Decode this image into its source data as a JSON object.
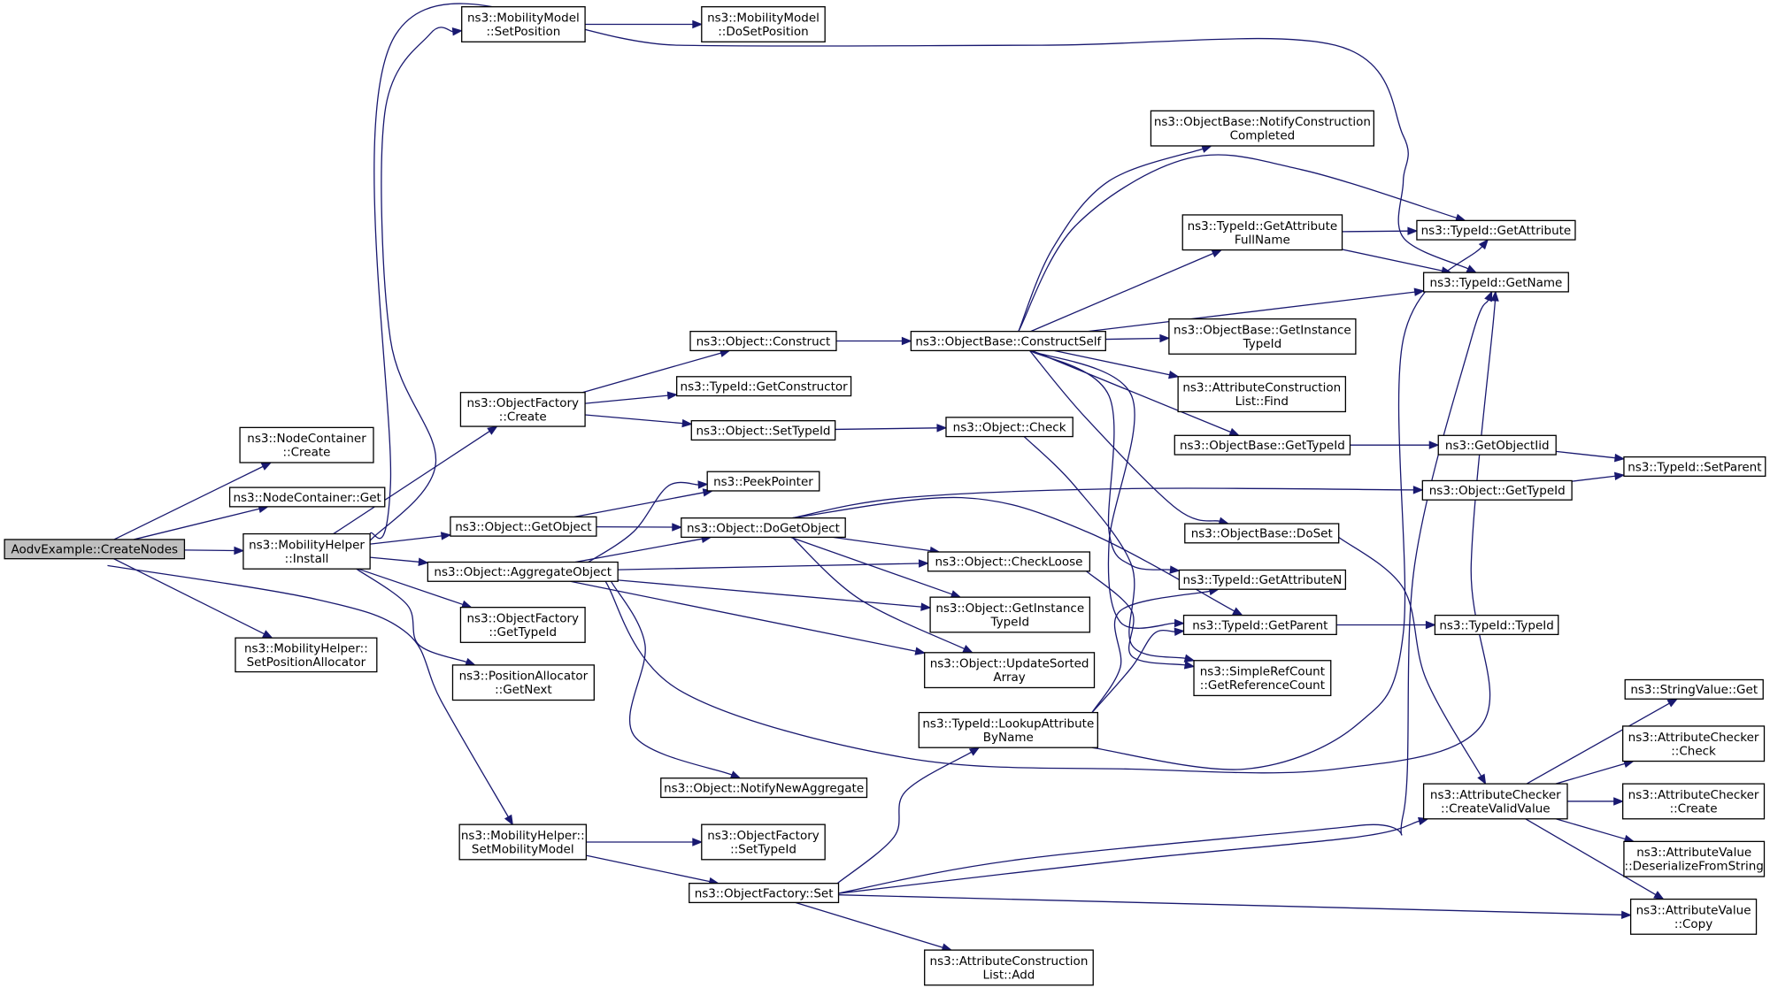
{
  "diagram": {
    "type": "call-graph",
    "root": "AodvExample::CreateNodes",
    "colors": {
      "edge": "#191970",
      "root_fill": "#bfbfbf",
      "node_fill": "#ffffff",
      "node_stroke": "#000000"
    },
    "nodes": [
      {
        "id": "root",
        "lines": [
          "AodvExample::CreateNodes"
        ]
      },
      {
        "id": "nc_create",
        "lines": [
          "ns3::NodeContainer",
          "::Create"
        ]
      },
      {
        "id": "nc_get",
        "lines": [
          "ns3::NodeContainer::Get"
        ]
      },
      {
        "id": "mh_install",
        "lines": [
          "ns3::MobilityHelper",
          "::Install"
        ]
      },
      {
        "id": "mh_spa",
        "lines": [
          "ns3::MobilityHelper::",
          "SetPositionAllocator"
        ]
      },
      {
        "id": "mh_smm",
        "lines": [
          "ns3::MobilityHelper::",
          "SetMobilityModel"
        ]
      },
      {
        "id": "mm_setpos",
        "lines": [
          "ns3::MobilityModel",
          "::SetPosition"
        ]
      },
      {
        "id": "mm_dosetpos",
        "lines": [
          "ns3::MobilityModel",
          "::DoSetPosition"
        ]
      },
      {
        "id": "of_create",
        "lines": [
          "ns3::ObjectFactory",
          "::Create"
        ]
      },
      {
        "id": "o_getobject",
        "lines": [
          "ns3::Object::GetObject"
        ]
      },
      {
        "id": "o_aggregate",
        "lines": [
          "ns3::Object::AggregateObject"
        ]
      },
      {
        "id": "of_gettypeid",
        "lines": [
          "ns3::ObjectFactory",
          "::GetTypeId"
        ]
      },
      {
        "id": "pa_getnext",
        "lines": [
          "ns3::PositionAllocator",
          "::GetNext"
        ]
      },
      {
        "id": "o_construct",
        "lines": [
          "ns3::Object::Construct"
        ]
      },
      {
        "id": "t_getctor",
        "lines": [
          "ns3::TypeId::GetConstructor"
        ]
      },
      {
        "id": "o_settypeid",
        "lines": [
          "ns3::Object::SetTypeId"
        ]
      },
      {
        "id": "peekptr",
        "lines": [
          "ns3::PeekPointer"
        ]
      },
      {
        "id": "o_dogetobject",
        "lines": [
          "ns3::Object::DoGetObject"
        ]
      },
      {
        "id": "o_notify",
        "lines": [
          "ns3::Object::NotifyNewAggregate"
        ]
      },
      {
        "id": "of_settypeid",
        "lines": [
          "ns3::ObjectFactory",
          "::SetTypeId"
        ]
      },
      {
        "id": "of_set",
        "lines": [
          "ns3::ObjectFactory::Set"
        ]
      },
      {
        "id": "ob_cself",
        "lines": [
          "ns3::ObjectBase::ConstructSelf"
        ]
      },
      {
        "id": "o_check",
        "lines": [
          "ns3::Object::Check"
        ]
      },
      {
        "id": "o_checkloose",
        "lines": [
          "ns3::Object::CheckLoose"
        ]
      },
      {
        "id": "o_getinst",
        "lines": [
          "ns3::Object::GetInstance",
          "TypeId"
        ]
      },
      {
        "id": "o_upd",
        "lines": [
          "ns3::Object::UpdateSorted",
          "Array"
        ]
      },
      {
        "id": "t_lookup",
        "lines": [
          "ns3::TypeId::LookupAttribute",
          "ByName"
        ]
      },
      {
        "id": "acl_add",
        "lines": [
          "ns3::AttributeConstruction",
          "List::Add"
        ]
      },
      {
        "id": "ob_ncc",
        "lines": [
          "ns3::ObjectBase::NotifyConstruction",
          "Completed"
        ]
      },
      {
        "id": "t_getattrfull",
        "lines": [
          "ns3::TypeId::GetAttribute",
          "FullName"
        ]
      },
      {
        "id": "ob_getinst",
        "lines": [
          "ns3::ObjectBase::GetInstance",
          "TypeId"
        ]
      },
      {
        "id": "acl_find",
        "lines": [
          "ns3::AttributeConstruction",
          "List::Find"
        ]
      },
      {
        "id": "ob_gettypeid",
        "lines": [
          "ns3::ObjectBase::GetTypeId"
        ]
      },
      {
        "id": "ob_doset",
        "lines": [
          "ns3::ObjectBase::DoSet"
        ]
      },
      {
        "id": "t_getattrn",
        "lines": [
          "ns3::TypeId::GetAttributeN"
        ]
      },
      {
        "id": "t_getparent",
        "lines": [
          "ns3::TypeId::GetParent"
        ]
      },
      {
        "id": "src_getref",
        "lines": [
          "ns3::SimpleRefCount",
          "::GetReferenceCount"
        ]
      },
      {
        "id": "t_getattr",
        "lines": [
          "ns3::TypeId::GetAttribute"
        ]
      },
      {
        "id": "t_getname",
        "lines": [
          "ns3::TypeId::GetName"
        ]
      },
      {
        "id": "getobjectiid",
        "lines": [
          "ns3::GetObjectIid"
        ]
      },
      {
        "id": "o_gettypeid",
        "lines": [
          "ns3::Object::GetTypeId"
        ]
      },
      {
        "id": "t_typeid",
        "lines": [
          "ns3::TypeId::TypeId"
        ]
      },
      {
        "id": "ac_cvv",
        "lines": [
          "ns3::AttributeChecker",
          "::CreateValidValue"
        ]
      },
      {
        "id": "t_setparent",
        "lines": [
          "ns3::TypeId::SetParent"
        ]
      },
      {
        "id": "sv_get",
        "lines": [
          "ns3::StringValue::Get"
        ]
      },
      {
        "id": "ac_check",
        "lines": [
          "ns3::AttributeChecker",
          "::Check"
        ]
      },
      {
        "id": "ac_create",
        "lines": [
          "ns3::AttributeChecker",
          "::Create"
        ]
      },
      {
        "id": "av_dfs",
        "lines": [
          "ns3::AttributeValue",
          "::DeserializeFromString"
        ]
      },
      {
        "id": "av_copy",
        "lines": [
          "ns3::AttributeValue",
          "::Copy"
        ]
      }
    ],
    "edges": [
      [
        "root",
        "nc_create"
      ],
      [
        "root",
        "nc_get"
      ],
      [
        "root",
        "mh_install"
      ],
      [
        "root",
        "mh_spa"
      ],
      [
        "root",
        "mh_smm"
      ],
      [
        "mh_install",
        "mm_setpos"
      ],
      [
        "mh_install",
        "t_getname"
      ],
      [
        "mh_install",
        "of_create"
      ],
      [
        "mh_install",
        "o_getobject"
      ],
      [
        "mh_install",
        "o_aggregate"
      ],
      [
        "mh_install",
        "of_gettypeid"
      ],
      [
        "mh_install",
        "pa_getnext"
      ],
      [
        "mm_setpos",
        "mm_dosetpos"
      ],
      [
        "of_create",
        "o_construct"
      ],
      [
        "of_create",
        "t_getctor"
      ],
      [
        "of_create",
        "o_settypeid"
      ],
      [
        "o_getobject",
        "peekptr"
      ],
      [
        "o_getobject",
        "o_dogetobject"
      ],
      [
        "o_aggregate",
        "peekptr"
      ],
      [
        "o_aggregate",
        "o_dogetobject"
      ],
      [
        "o_aggregate",
        "o_checkloose"
      ],
      [
        "o_aggregate",
        "o_getinst"
      ],
      [
        "o_aggregate",
        "o_upd"
      ],
      [
        "o_aggregate",
        "o_notify"
      ],
      [
        "o_aggregate",
        "t_getname"
      ],
      [
        "o_construct",
        "ob_cself"
      ],
      [
        "o_settypeid",
        "o_check"
      ],
      [
        "o_dogetobject",
        "o_checkloose"
      ],
      [
        "o_dogetobject",
        "o_getinst"
      ],
      [
        "o_dogetobject",
        "o_upd"
      ],
      [
        "o_dogetobject",
        "o_gettypeid"
      ],
      [
        "o_dogetobject",
        "t_getparent"
      ],
      [
        "o_check",
        "src_getref"
      ],
      [
        "o_checkloose",
        "src_getref"
      ],
      [
        "ob_cself",
        "ob_ncc"
      ],
      [
        "ob_cself",
        "t_getattr"
      ],
      [
        "ob_cself",
        "t_getattrfull"
      ],
      [
        "ob_cself",
        "t_getname"
      ],
      [
        "ob_cself",
        "ob_getinst"
      ],
      [
        "ob_cself",
        "acl_find"
      ],
      [
        "ob_cself",
        "ob_gettypeid"
      ],
      [
        "ob_cself",
        "ob_doset"
      ],
      [
        "ob_cself",
        "t_getattrn"
      ],
      [
        "ob_cself",
        "t_getparent"
      ],
      [
        "t_getattrfull",
        "t_getattr"
      ],
      [
        "t_getattrfull",
        "t_getname"
      ],
      [
        "ob_gettypeid",
        "getobjectiid"
      ],
      [
        "getobjectiid",
        "t_setparent"
      ],
      [
        "o_gettypeid",
        "t_setparent"
      ],
      [
        "ob_doset",
        "ac_cvv"
      ],
      [
        "t_getparent",
        "t_typeid"
      ],
      [
        "t_lookup",
        "t_getattrn"
      ],
      [
        "t_lookup",
        "t_getparent"
      ],
      [
        "t_lookup",
        "t_getattr"
      ],
      [
        "mh_smm",
        "of_settypeid"
      ],
      [
        "mh_smm",
        "of_set"
      ],
      [
        "of_set",
        "t_lookup"
      ],
      [
        "of_set",
        "acl_add"
      ],
      [
        "of_set",
        "ac_cvv"
      ],
      [
        "of_set",
        "av_copy"
      ],
      [
        "of_set",
        "t_getname"
      ],
      [
        "ac_cvv",
        "sv_get"
      ],
      [
        "ac_cvv",
        "ac_check"
      ],
      [
        "ac_cvv",
        "ac_create"
      ],
      [
        "ac_cvv",
        "av_dfs"
      ],
      [
        "ac_cvv",
        "av_copy"
      ]
    ]
  }
}
